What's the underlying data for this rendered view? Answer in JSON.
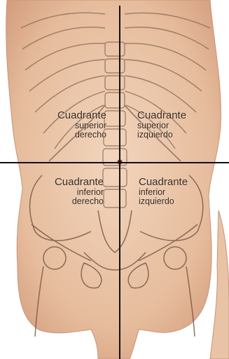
{
  "quadrants": {
    "superior_derecho": {
      "line1": "Cuadrante",
      "line2": "superior",
      "line3": "derecho"
    },
    "superior_izquierdo": {
      "line1": "Cuadrante",
      "line2": "superior",
      "line3": "izquierdo"
    },
    "inferior_derecho": {
      "line1": "Cuadrante",
      "line2": "inferior",
      "line3": "derecho"
    },
    "inferior_izquierdo": {
      "line1": "Cuadrante",
      "line2": "inferior",
      "line3": "izquierdo"
    }
  },
  "colors": {
    "skin": "#eac6a8",
    "skin_shadow": "#d9a98a",
    "outline": "#7a5a48",
    "divider": "#111111",
    "text": "#3a2b22"
  }
}
